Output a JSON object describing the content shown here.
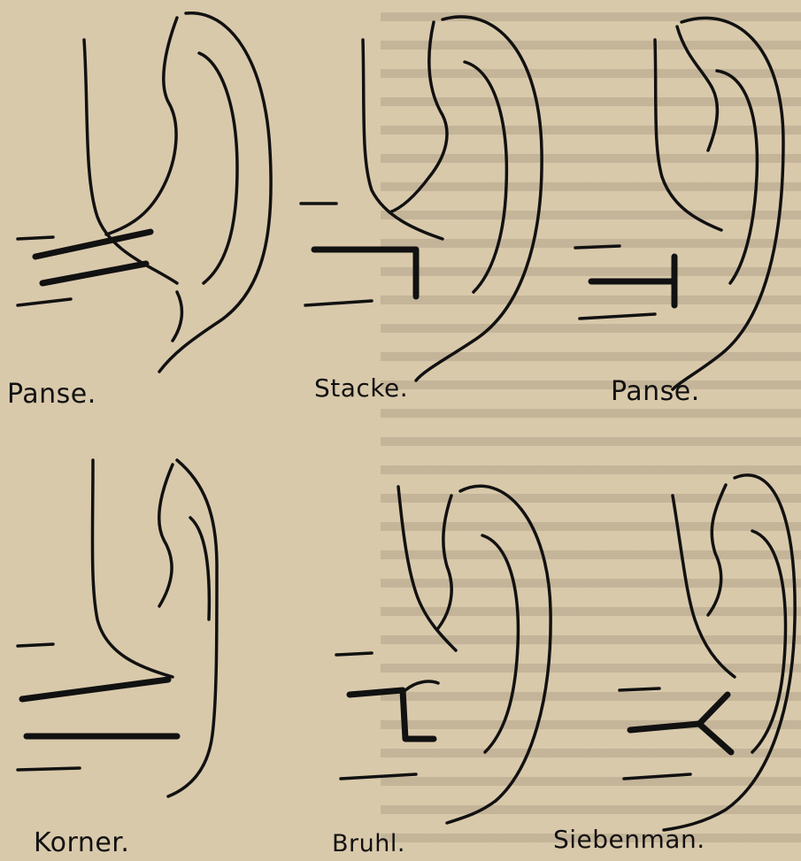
{
  "figures": [
    {
      "caption": "Panse."
    },
    {
      "caption": "Stacke."
    },
    {
      "caption": "Panse."
    },
    {
      "caption": "Korner."
    },
    {
      "caption": "Bruhl."
    },
    {
      "caption": "Siebenman."
    }
  ],
  "colors": {
    "paper": "#d9c9ab",
    "ink": "#111111"
  }
}
